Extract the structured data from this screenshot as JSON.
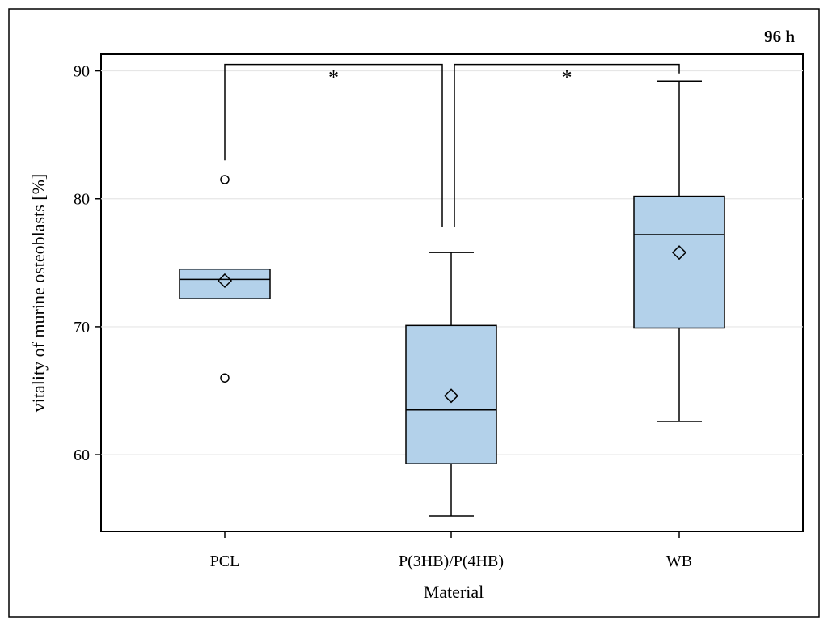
{
  "chart_data": {
    "type": "box",
    "corner_label": "96 h",
    "xlabel": "Material",
    "ylabel": "vitality of murine osteoblasts [%]",
    "ylim": [
      54,
      91.3
    ],
    "yticks": [
      60,
      70,
      80,
      90
    ],
    "grid": "horizontal",
    "box_color": "#b3d1ea",
    "categories": [
      "PCL",
      "P(3HB)/P(4HB)",
      "WB"
    ],
    "boxes": [
      {
        "category": "PCL",
        "whisker_low": 72.2,
        "q1": 72.2,
        "median": 73.7,
        "q3": 74.5,
        "whisker_high": 74.5,
        "mean": 73.6,
        "outliers": [
          81.5,
          66.0
        ]
      },
      {
        "category": "P(3HB)/P(4HB)",
        "whisker_low": 55.2,
        "q1": 59.3,
        "median": 63.5,
        "q3": 70.1,
        "whisker_high": 75.8,
        "mean": 64.6,
        "outliers": []
      },
      {
        "category": "WB",
        "whisker_low": 62.6,
        "q1": 69.9,
        "median": 77.2,
        "q3": 80.2,
        "whisker_high": 89.2,
        "mean": 75.8,
        "outliers": []
      }
    ],
    "significance": [
      {
        "from": "PCL",
        "to": "P(3HB)/P(4HB)",
        "label": "*",
        "y": 90.5,
        "from_bottom": 83.0,
        "to_bottom": 77.8
      },
      {
        "from": "P(3HB)/P(4HB)",
        "to": "WB",
        "label": "*",
        "y": 90.5,
        "from_bottom": 77.8,
        "to_bottom": 89.8
      }
    ]
  }
}
